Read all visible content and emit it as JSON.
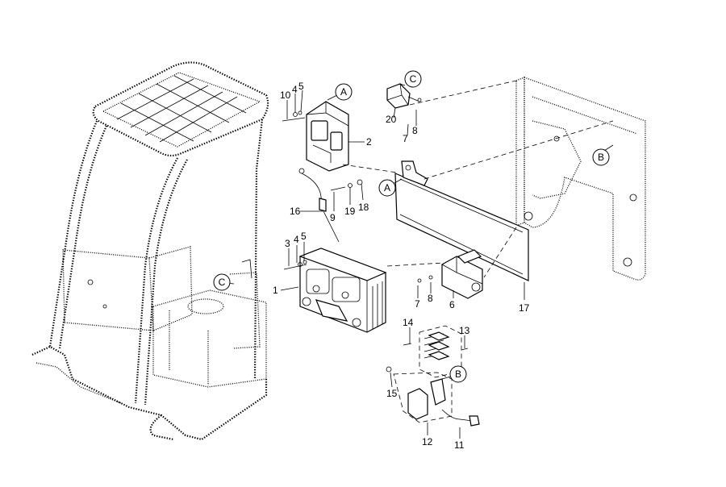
{
  "part_numbers": {
    "n1": "1",
    "n2": "2",
    "n3": "3",
    "n4a": "4",
    "n4b": "4",
    "n5a": "5",
    "n5b": "5",
    "n6": "6",
    "n7a": "7",
    "n7b": "7",
    "n8a": "8",
    "n8b": "8",
    "n9": "9",
    "n10": "10",
    "n11": "11",
    "n12": "12",
    "n13": "13",
    "n14": "14",
    "n15": "15",
    "n16": "16",
    "n17": "17",
    "n18": "18",
    "n19": "19",
    "n20": "20"
  },
  "reference_callouts": {
    "a_top": "A",
    "a_plate": "A",
    "b_bracket": "B",
    "b_relay": "B",
    "c_top": "C",
    "c_frame": "C"
  }
}
